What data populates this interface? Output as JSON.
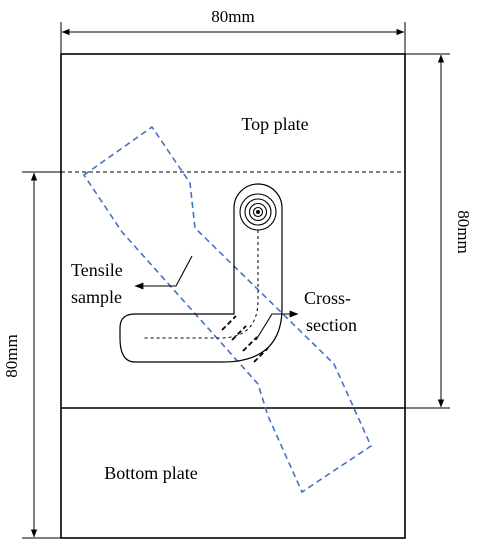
{
  "labels": {
    "top_width": "80mm",
    "right_height": "80mm",
    "left_height": "80mm",
    "top_plate": "Top plate",
    "bottom_plate": "Bottom plate",
    "tensile_line1": "Tensile",
    "tensile_line2": "sample",
    "cross_line1": "Cross-",
    "cross_line2": "section"
  },
  "colors": {
    "line": "#000000",
    "sample": "#4472c4"
  }
}
